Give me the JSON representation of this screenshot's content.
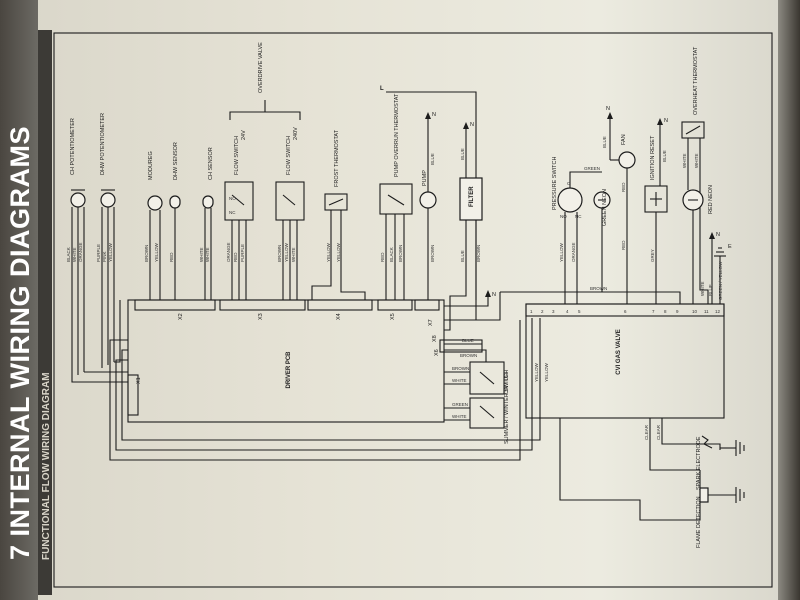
{
  "section_title": "7 INTERNAL WIRING DIAGRAMS",
  "section_subtitle": "FUNCTIONAL FLOW WIRING DIAGRAM",
  "components": {
    "ch_pot": "CH POTENTIOMETER",
    "dhw_pot": "DHW POTENTIOMETER",
    "modureg": "MODUREG",
    "dhw_sensor": "DHW SENSOR",
    "ch_sensor": "CH SENSOR",
    "overdrive_valve": "OVERDRIVE VALVE",
    "flow_switch_24": "FLOW SWITCH",
    "flow_switch_24_v": "24V",
    "flow_switch_240": "FLOW SWITCH",
    "flow_switch_240_v": "240V",
    "frost_thermostat": "FROST THERMOSTAT",
    "pump_overrun": "PUMP OVERRUN THERMOSTAT",
    "pump": "PUMP",
    "filter": "FILTER",
    "pressure_switch": "PRESSURE SWITCH",
    "green_neon": "GREEN NEON",
    "fan": "FAN",
    "ignition_reset": "IGNITION RESET",
    "red_neon": "RED NEON",
    "overheat_thermostat": "OVERHEAT THERMOSTAT",
    "driver_pcb": "DRIVER PCB",
    "gas_valve": "CVI GAS VALVE",
    "on_off": "ON / OFF",
    "summer_winter": "SUMMER / WINTER SWITCH",
    "spark_electrode": "SPARK ELECTRODE",
    "flame_detection": "FLAME DETECTION"
  },
  "connectors": [
    "X1",
    "X2",
    "X3",
    "X4",
    "X5",
    "X6",
    "X7",
    "X8"
  ],
  "supply": {
    "live": "L",
    "neutral": "N",
    "earth": "E"
  },
  "wire_colours": {
    "ch_pot": [
      "BLACK",
      "WHITE",
      "ORANGE"
    ],
    "dhw_pot": [
      "PURPLE",
      "PINK",
      "YELLOW"
    ],
    "modureg": [
      "BROWN",
      "YELLOW"
    ],
    "dhw_sensor": [
      "RED"
    ],
    "ch_sensor": [
      "WHITE",
      "WHITE"
    ],
    "flow_24": [
      "ORANGE",
      "RED",
      "PURPLE"
    ],
    "flow_240": [
      "BROWN",
      "YELLOW",
      "WHITE"
    ],
    "frost": [
      "YELLOW",
      "YELLOW"
    ],
    "pump_overrun": [
      "RED",
      "BLACK",
      "BROWN"
    ],
    "pump": "BLUE",
    "pump_lower": "BROWN",
    "filter_top": "BLUE",
    "filter_lower_blue": "BLUE",
    "filter_lower_brown": "BROWN",
    "pressure": [
      "YELLOW",
      "ORANGE"
    ],
    "pressure_top": "GREEN",
    "fan": "BLUE",
    "fan_red": "RED",
    "ignition": "BLUE",
    "grey": "GREY",
    "red_neon": [
      "WHITE",
      "WHITE"
    ],
    "gas_valve_low": [
      "WHITE",
      "BLUE",
      "GREEN / YELLOW"
    ],
    "x8": [
      "BLUE",
      "BROWN"
    ],
    "switches": [
      "BROWN",
      "WHITE",
      "GREEN",
      "WHITE"
    ],
    "yellow_pair": [
      "YELLOW",
      "YELLOW"
    ],
    "clear_pair": [
      "CLEAR",
      "CLEAR"
    ],
    "brown_bus": "BROWN"
  },
  "pins": {
    "switch_contacts": [
      "NO",
      "NC",
      "C"
    ],
    "gas_valve_terminals": [
      "1",
      "2",
      "3",
      "4",
      "5",
      "6",
      "7",
      "8",
      "9",
      "10",
      "11",
      "12"
    ]
  }
}
